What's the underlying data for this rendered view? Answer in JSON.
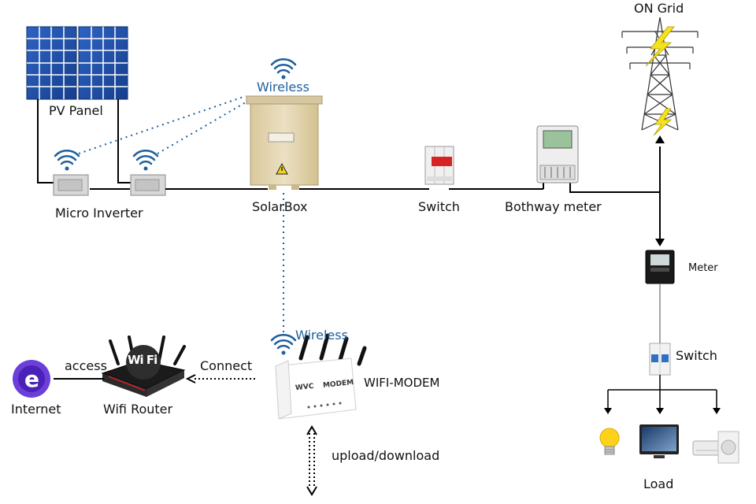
{
  "labels": {
    "pv_panel": "PV Panel",
    "micro_inverter": "Micro Inverter",
    "solarbox": "SolarBox",
    "switch_top": "Switch",
    "bothway_meter": "Bothway meter",
    "on_grid": "ON Grid",
    "meter": "Meter",
    "switch_right": "Switch",
    "load": "Load",
    "wireless_top": "Wireless",
    "wireless_bottom": "Wireless",
    "wifi_modem": "WIFI-MODEM",
    "connect": "Connect",
    "access": "access",
    "wifi_router": "Wifi Router",
    "internet": "Internet",
    "upload_download": "upload/download"
  },
  "device_text": {
    "router_badge": "Wi Fi",
    "modem_brand": "WVC",
    "modem_model": "MODEM",
    "internet_glyph": "e"
  },
  "colors": {
    "wireless_blue": "#1f5f9c",
    "panel_blue": "#1e4fa8",
    "lightning_yellow": "#f4e31c",
    "box_beige": "#e3d5b0",
    "breaker_red": "#d62424",
    "internet_purple": "#6b3fd8"
  }
}
